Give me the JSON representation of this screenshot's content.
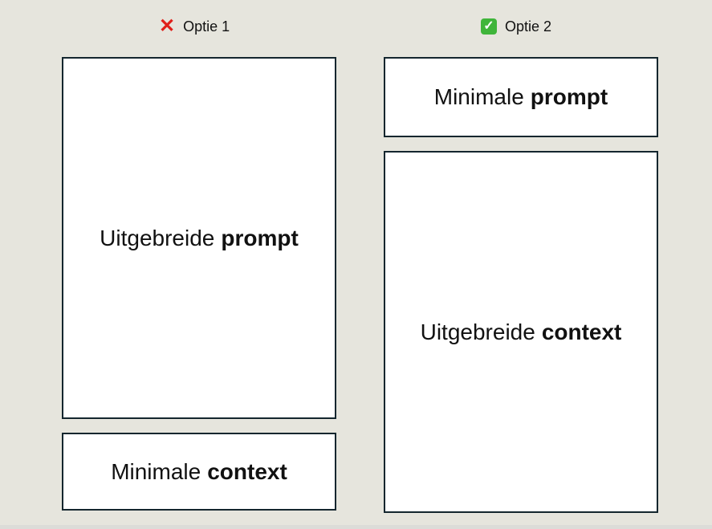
{
  "options": [
    {
      "label": "Optie 1",
      "status_icon": "cross-mark-icon",
      "status_color": "#e0201a",
      "boxes": [
        {
          "normal": "Uitgebreide",
          "bold": "prompt"
        },
        {
          "normal": "Minimale",
          "bold": "context"
        }
      ]
    },
    {
      "label": "Optie 2",
      "status_icon": "check-mark-button-icon",
      "status_color": "#3fb53a",
      "boxes": [
        {
          "normal": "Minimale",
          "bold": "prompt"
        },
        {
          "normal": "Uitgebreide",
          "bold": "context"
        }
      ]
    }
  ],
  "icons": {
    "cross": "✕",
    "check": "✓"
  }
}
